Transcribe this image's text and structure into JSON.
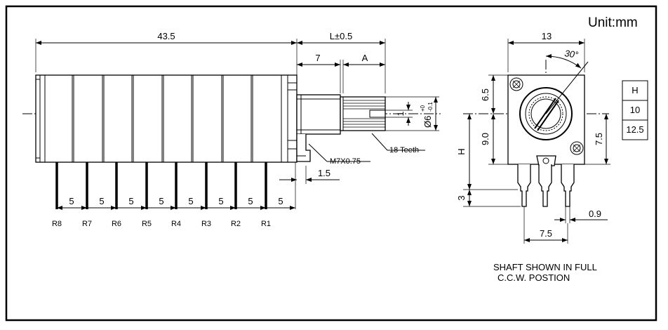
{
  "unit_label": "Unit:mm",
  "side_view": {
    "overall_length": "43.5",
    "shaft_length": "L±0.5",
    "dim_7": "7",
    "dim_A": "A",
    "dim_1": "1",
    "shaft_dia_base": "Ø6",
    "shaft_dia_tol_upper": "+0",
    "shaft_dia_tol_lower": "-0.1",
    "thread_callout": "M7X0.75",
    "teeth_callout": "18 Teeth",
    "dim_1_5": "1.5",
    "pitch_labels": [
      "5",
      "5",
      "5",
      "5",
      "5",
      "5",
      "5",
      "5"
    ],
    "pin_labels": [
      "R8",
      "R7",
      "R6",
      "R5",
      "R4",
      "R3",
      "R2",
      "R1"
    ]
  },
  "front_view": {
    "width": "13",
    "angle": "30°",
    "dim_6_5": "6.5",
    "dim_9_0": "9.0",
    "dim_H": "H",
    "dim_3": "3",
    "dim_7_5_side": "7.5",
    "dim_0_9": "0.9",
    "dim_7_5_bottom": "7.5"
  },
  "h_table": {
    "header": "H",
    "values": [
      "10",
      "12.5"
    ]
  },
  "note_lines": [
    "SHAFT SHOWN IN FULL",
    "C.C.W. POSTION"
  ]
}
